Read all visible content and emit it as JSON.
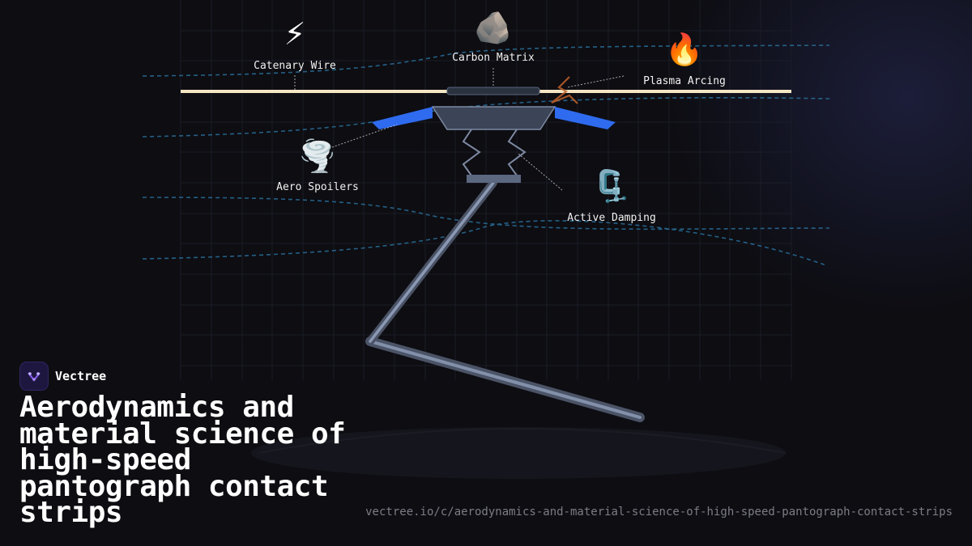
{
  "brand": {
    "name": "Vectree"
  },
  "title": "Aerodynamics and material science of high-speed pantograph contact strips",
  "url": "vectree.io/c/aerodynamics-and-material-science-of-high-speed-pantograph-contact-strips",
  "labels": {
    "catenary": {
      "text": "Catenary Wire",
      "icon": "lightning-icon"
    },
    "carbon": {
      "text": "Carbon Matrix",
      "icon": "rock-icon"
    },
    "plasma": {
      "text": "Plasma Arcing",
      "icon": "fire-icon"
    },
    "spoilers": {
      "text": "Aero Spoilers",
      "icon": "tornado-icon"
    },
    "damping": {
      "text": "Active Damping",
      "icon": "clamp-icon"
    }
  },
  "colors": {
    "background": "#0d0d12",
    "wire": "#f5e6c4",
    "spoiler": "#2f6bef",
    "frame": "#6b7a95",
    "airflow": "#2a6f9a",
    "arc": "#c0622a",
    "brand_accent": "#8b5cf6"
  }
}
